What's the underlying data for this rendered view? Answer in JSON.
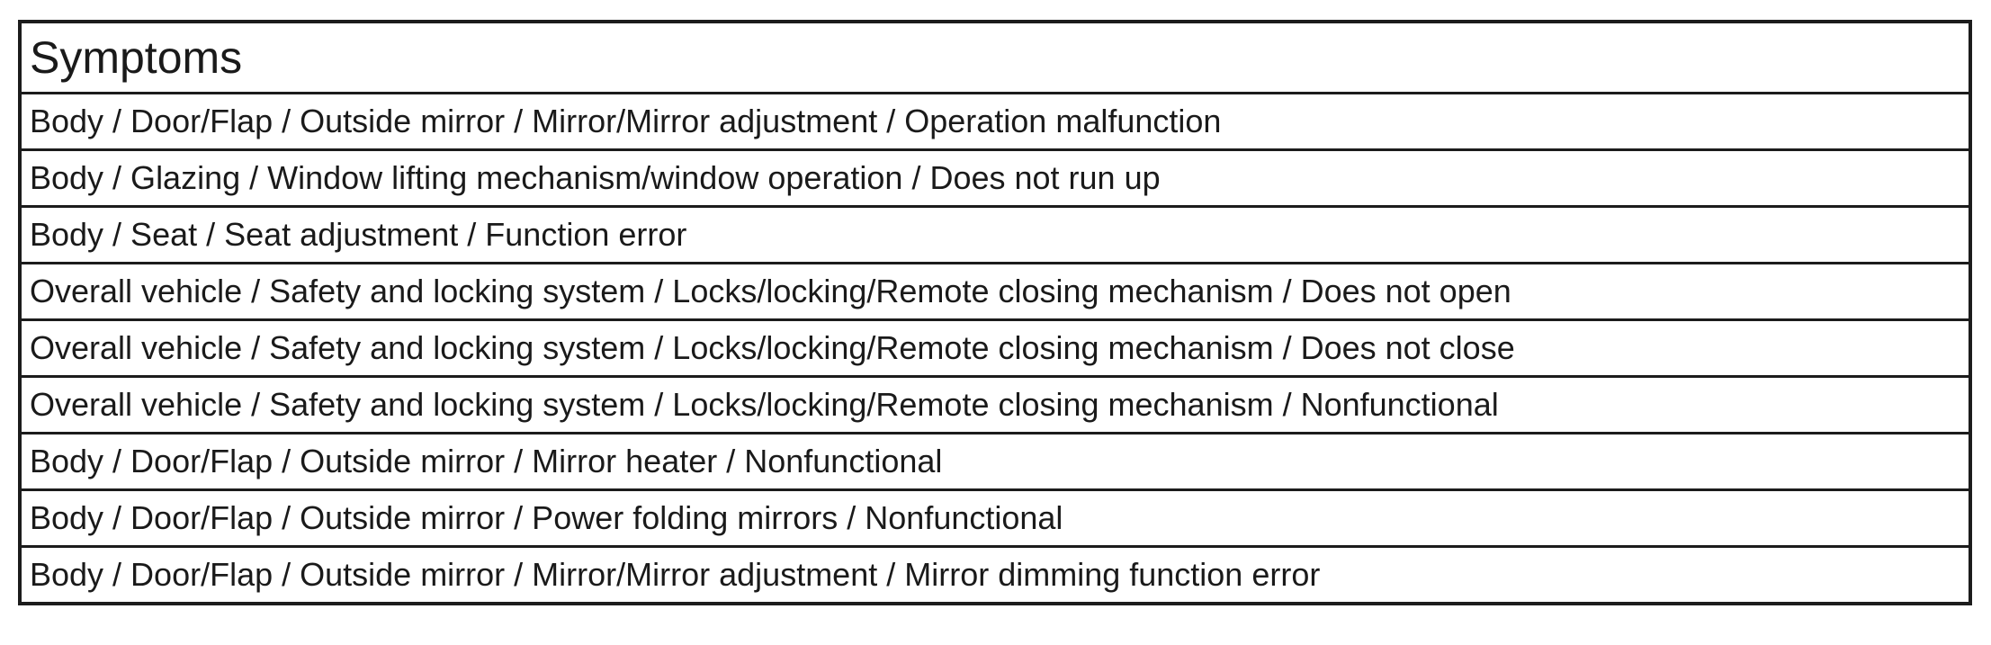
{
  "table": {
    "header": "Symptoms",
    "rows": [
      "Body / Door/Flap / Outside mirror / Mirror/Mirror adjustment / Operation malfunction",
      "Body / Glazing / Window lifting mechanism/window operation / Does not run up",
      "Body / Seat / Seat adjustment / Function error",
      "Overall vehicle / Safety and locking system / Locks/locking/Remote closing mechanism / Does not open",
      "Overall vehicle / Safety and locking system / Locks/locking/Remote closing mechanism / Does not close",
      "Overall vehicle / Safety and locking system / Locks/locking/Remote closing mechanism / Nonfunctional",
      "Body / Door/Flap / Outside mirror / Mirror heater / Nonfunctional",
      "Body / Door/Flap / Outside mirror / Power folding mirrors / Nonfunctional",
      "Body / Door/Flap / Outside mirror / Mirror/Mirror adjustment / Mirror dimming function error"
    ],
    "colors": {
      "border": "#1c1c1c",
      "text": "#1a1a1a",
      "background": "#ffffff"
    }
  }
}
